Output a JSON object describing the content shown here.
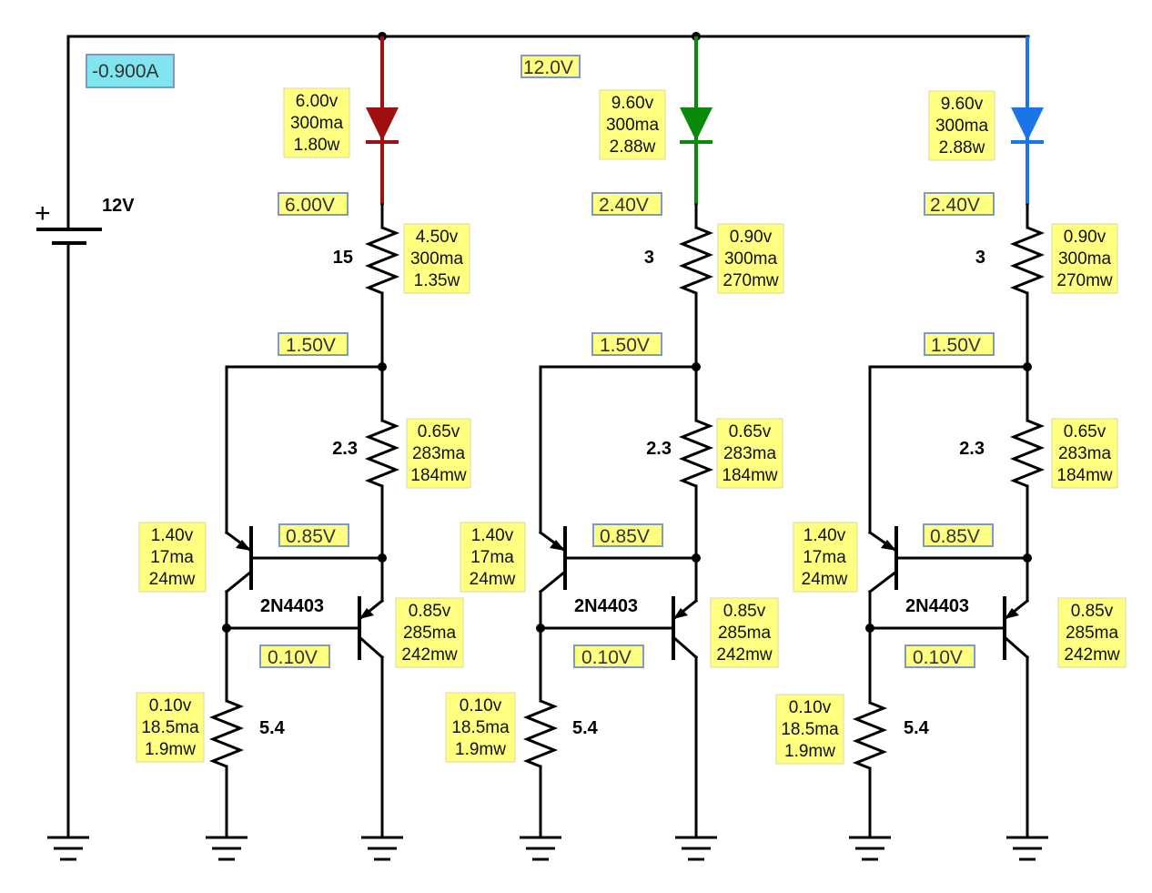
{
  "supply": {
    "voltage_label": "12V",
    "plus_sign": "+",
    "current_readout": "-0.900A",
    "bus_voltage": "12.0V"
  },
  "transistor_label": "2N4403",
  "colors": {
    "red_led": "#a01010",
    "green_led": "#0a8a0a",
    "blue_led": "#1a76e8",
    "readout_fill": "#ffff80",
    "current_fill": "#7fe6f0"
  },
  "branches": [
    {
      "led": {
        "color": "red",
        "v": "6.00v",
        "i": "300ma",
        "p": "1.80w",
        "node": "6.00V"
      },
      "r1": {
        "label": "15",
        "v": "4.50v",
        "i": "300ma",
        "p": "1.35w"
      },
      "top_node": "1.50V",
      "r2": {
        "label": "2.3",
        "v": "0.65v",
        "i": "283ma",
        "p": "184mw"
      },
      "q1": {
        "v": "1.40v",
        "i": "17ma",
        "p": "24mw"
      },
      "emitter_node": "0.85V",
      "q2": {
        "v": "0.85v",
        "i": "285ma",
        "p": "242mw"
      },
      "base_node": "0.10V",
      "r3": {
        "label": "5.4",
        "v": "0.10v",
        "i": "18.5ma",
        "p": "1.9mw"
      }
    },
    {
      "led": {
        "color": "green",
        "v": "9.60v",
        "i": "300ma",
        "p": "2.88w",
        "node": "2.40V"
      },
      "r1": {
        "label": "3",
        "v": "0.90v",
        "i": "300ma",
        "p": "270mw"
      },
      "top_node": "1.50V",
      "r2": {
        "label": "2.3",
        "v": "0.65v",
        "i": "283ma",
        "p": "184mw"
      },
      "q1": {
        "v": "1.40v",
        "i": "17ma",
        "p": "24mw"
      },
      "emitter_node": "0.85V",
      "q2": {
        "v": "0.85v",
        "i": "285ma",
        "p": "242mw"
      },
      "base_node": "0.10V",
      "r3": {
        "label": "5.4",
        "v": "0.10v",
        "i": "18.5ma",
        "p": "1.9mw"
      }
    },
    {
      "led": {
        "color": "blue",
        "v": "9.60v",
        "i": "300ma",
        "p": "2.88w",
        "node": "2.40V"
      },
      "r1": {
        "label": "3",
        "v": "0.90v",
        "i": "300ma",
        "p": "270mw"
      },
      "top_node": "1.50V",
      "r2": {
        "label": "2.3",
        "v": "0.65v",
        "i": "283ma",
        "p": "184mw"
      },
      "q1": {
        "v": "1.40v",
        "i": "17ma",
        "p": "24mw"
      },
      "emitter_node": "0.85V",
      "q2": {
        "v": "0.85v",
        "i": "285ma",
        "p": "242mw"
      },
      "base_node": "0.10V",
      "r3": {
        "label": "5.4",
        "v": "0.10v",
        "i": "18.5ma",
        "p": "1.9mw"
      }
    }
  ]
}
